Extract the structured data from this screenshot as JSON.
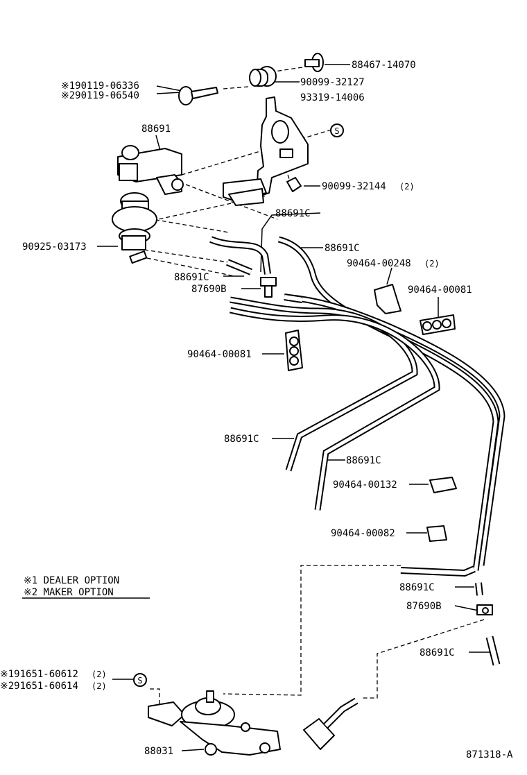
{
  "diagram": {
    "labels": {
      "p88467": "88467-14070",
      "p90099a": "90099-32127",
      "p93319": "93319-14006",
      "p90119_1": "※190119-06336",
      "p90119_2": "※290119-06540",
      "p88691": "88691",
      "p90099b": "90099-32144",
      "p90099b_qty": "(2)",
      "p88691c_top": "88691C",
      "p88691c_2": "88691C",
      "p90925": "90925-03173",
      "p90464_248": "90464-00248",
      "p90464_248_qty": "(2)",
      "p88691c_3": "88691C",
      "p87690b_1": "87690B",
      "p90464_081a": "90464-00081",
      "p90464_081b": "90464-00081",
      "p88691c_4": "88691C",
      "p88691c_5": "88691C",
      "p90464_132": "90464-00132",
      "p90464_082": "90464-00082",
      "p88691c_6": "88691C",
      "p87690b_2": "87690B",
      "p88691c_7": "88691C",
      "p91651_1": "※191651-60612",
      "p91651_1_qty": "(2)",
      "p91651_2": "※291651-60614",
      "p91651_2_qty": "(2)",
      "p88031": "88031",
      "code": "871318-A",
      "s_mark": "S"
    },
    "legend": {
      "line1": "※1 DEALER OPTION",
      "line2": "※2 MAKER OPTION"
    }
  }
}
